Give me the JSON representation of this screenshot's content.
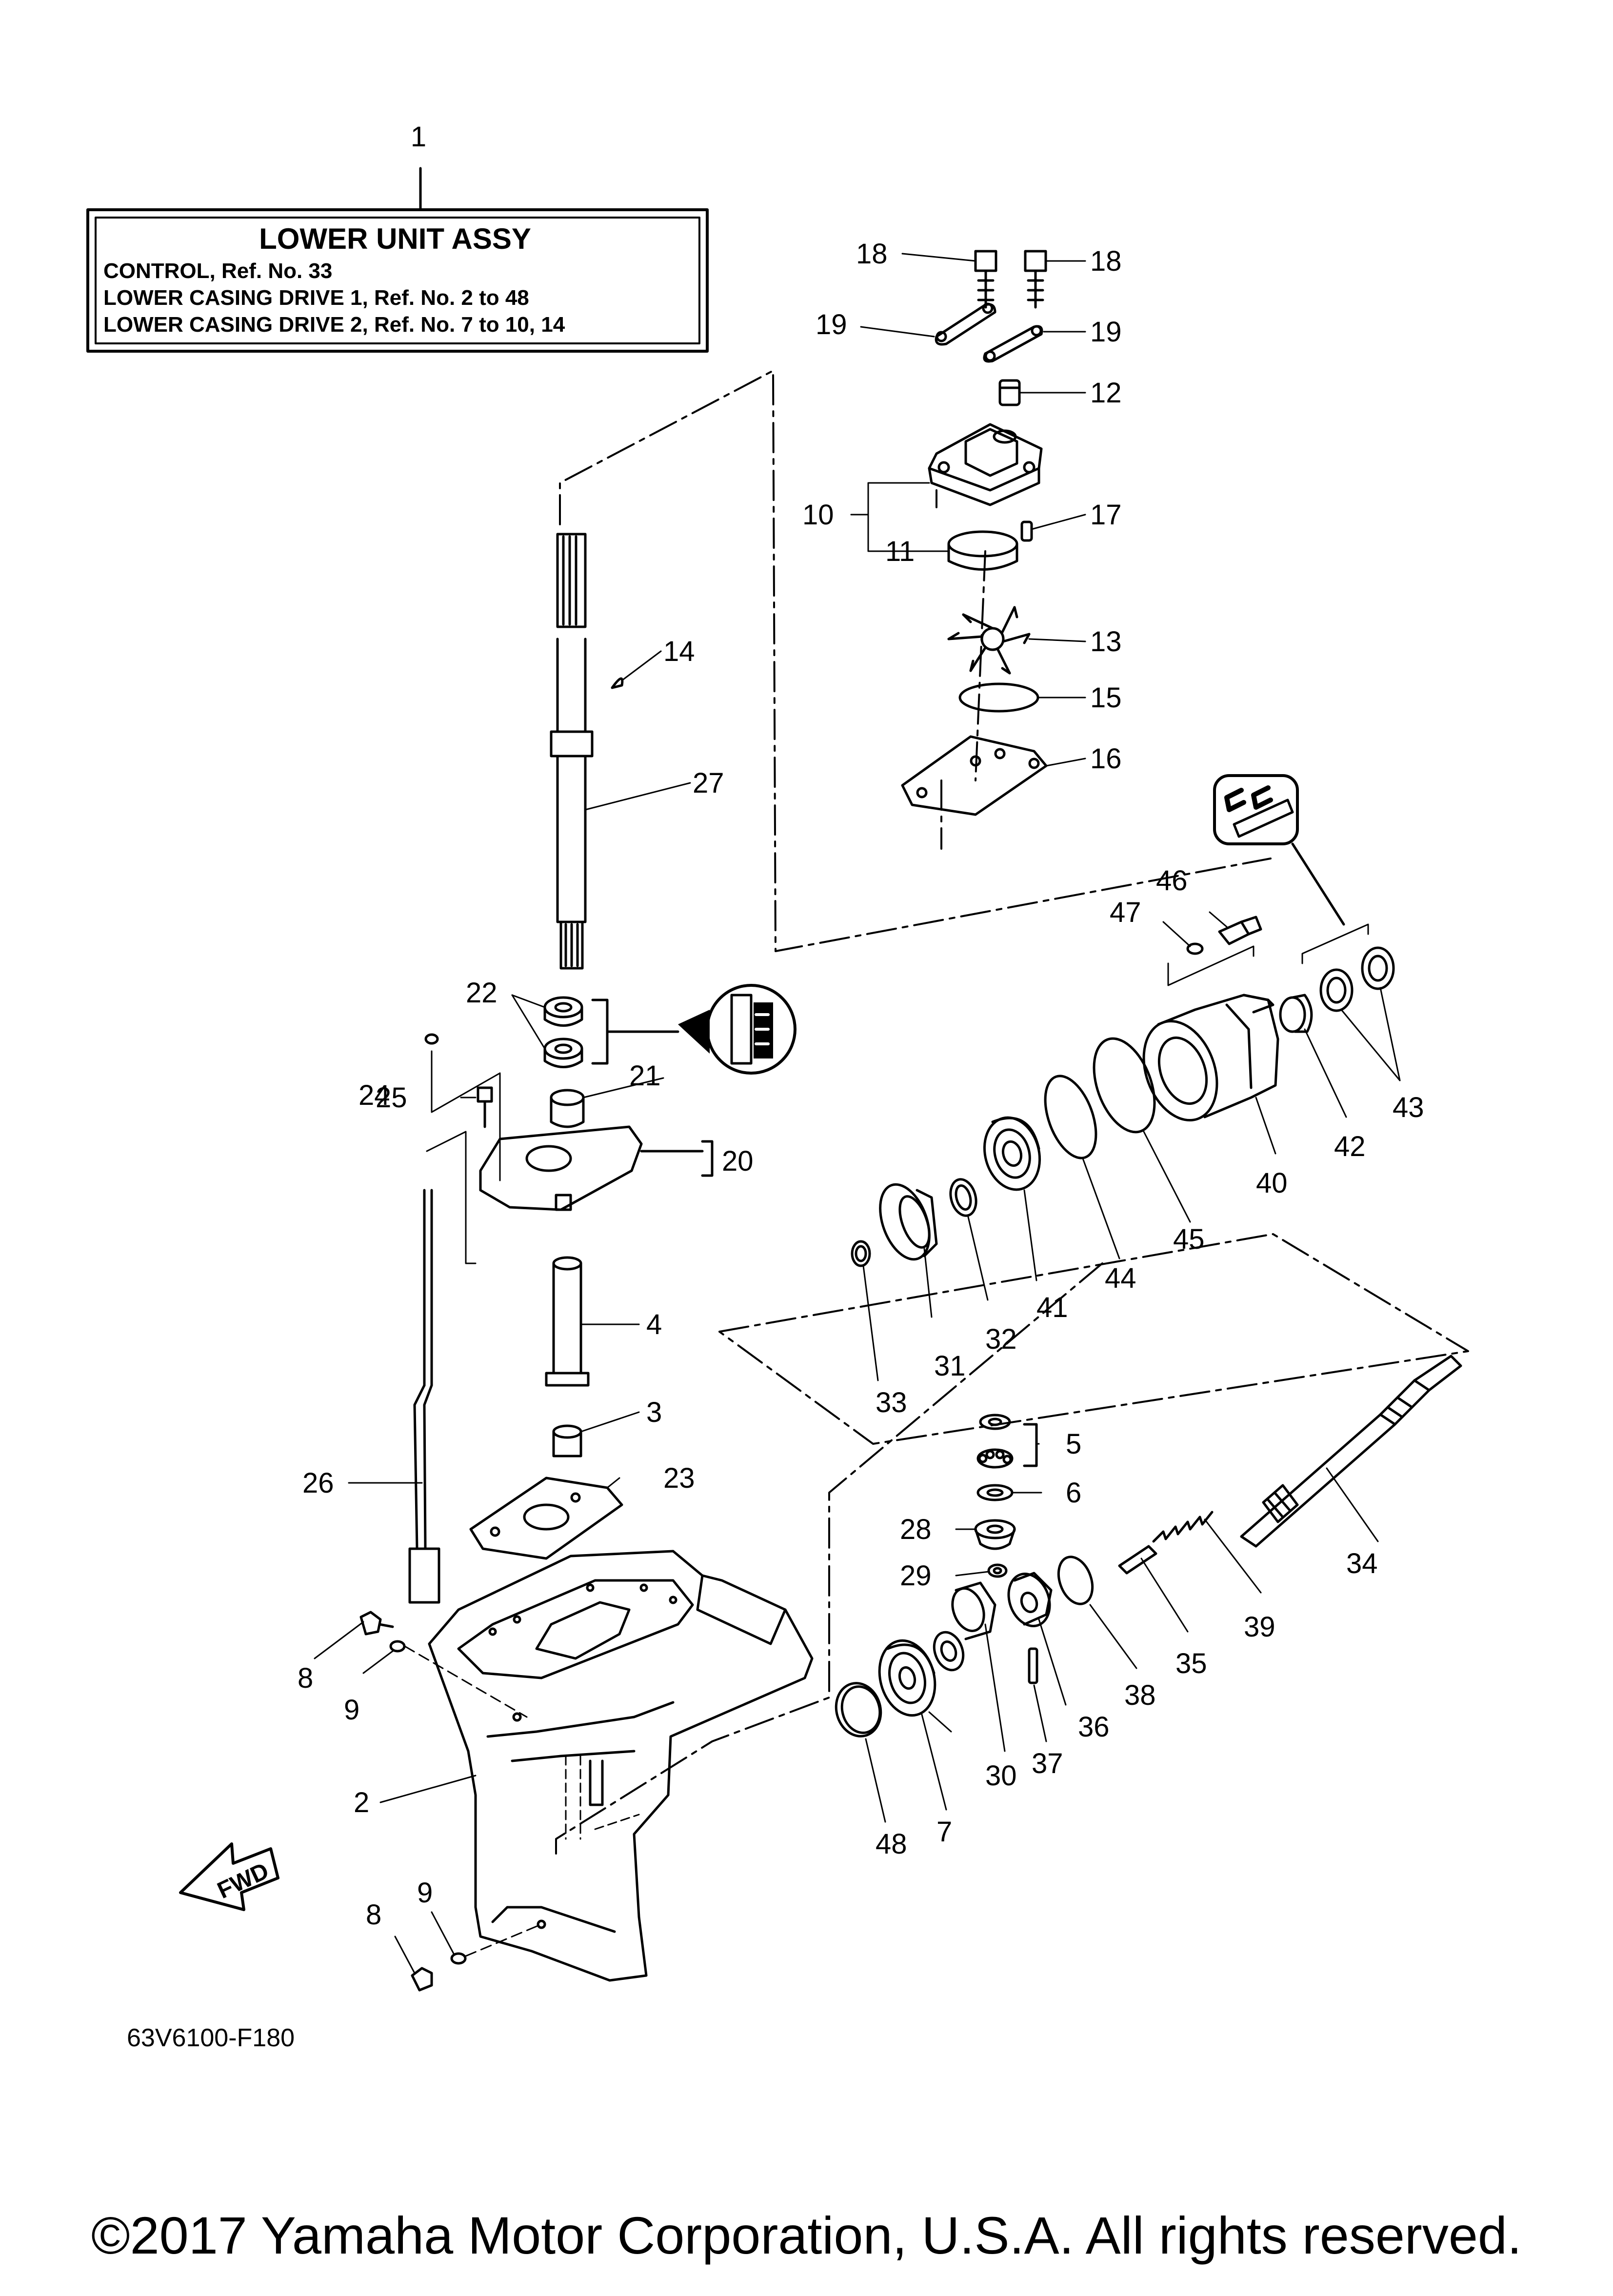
{
  "assembly_box": {
    "ref": "1",
    "title": "LOWER UNIT ASSY",
    "lines": [
      "CONTROL,  Ref.  No.  33",
      "LOWER  CASING  DRIVE  1,   Ref.  No.  2  to  48",
      "LOWER  CASING  DRIVE  2,   Ref.  No.  7  to  10,  14"
    ]
  },
  "callouts": {
    "c2": "2",
    "c3": "3",
    "c4": "4",
    "c5": "5",
    "c6": "6",
    "c7": "7",
    "c8a": "8",
    "c8b": "8",
    "c9a": "9",
    "c9b": "9",
    "c10": "10",
    "c11": "11",
    "c12": "12",
    "c13": "13",
    "c14": "14",
    "c15": "15",
    "c16": "16",
    "c17": "17",
    "c18a": "18",
    "c18b": "18",
    "c19a": "19",
    "c19b": "19",
    "c20": "20",
    "c21": "21",
    "c22": "22",
    "c23": "23",
    "c24": "24",
    "c25": "25",
    "c26": "26",
    "c27": "27",
    "c28": "28",
    "c29": "29",
    "c30": "30",
    "c31": "31",
    "c32": "32",
    "c33": "33",
    "c34": "34",
    "c35": "35",
    "c36": "36",
    "c37": "37",
    "c38": "38",
    "c39": "39",
    "c40": "40",
    "c41": "41",
    "c42": "42",
    "c43": "43",
    "c44": "44",
    "c45": "45",
    "c46": "46",
    "c47": "47",
    "c48": "48"
  },
  "fwd_label": "FWD",
  "figure_code": "63V6100-F180",
  "copyright": "©2017 Yamaha Motor Corporation, U.S.A. All rights reserved."
}
